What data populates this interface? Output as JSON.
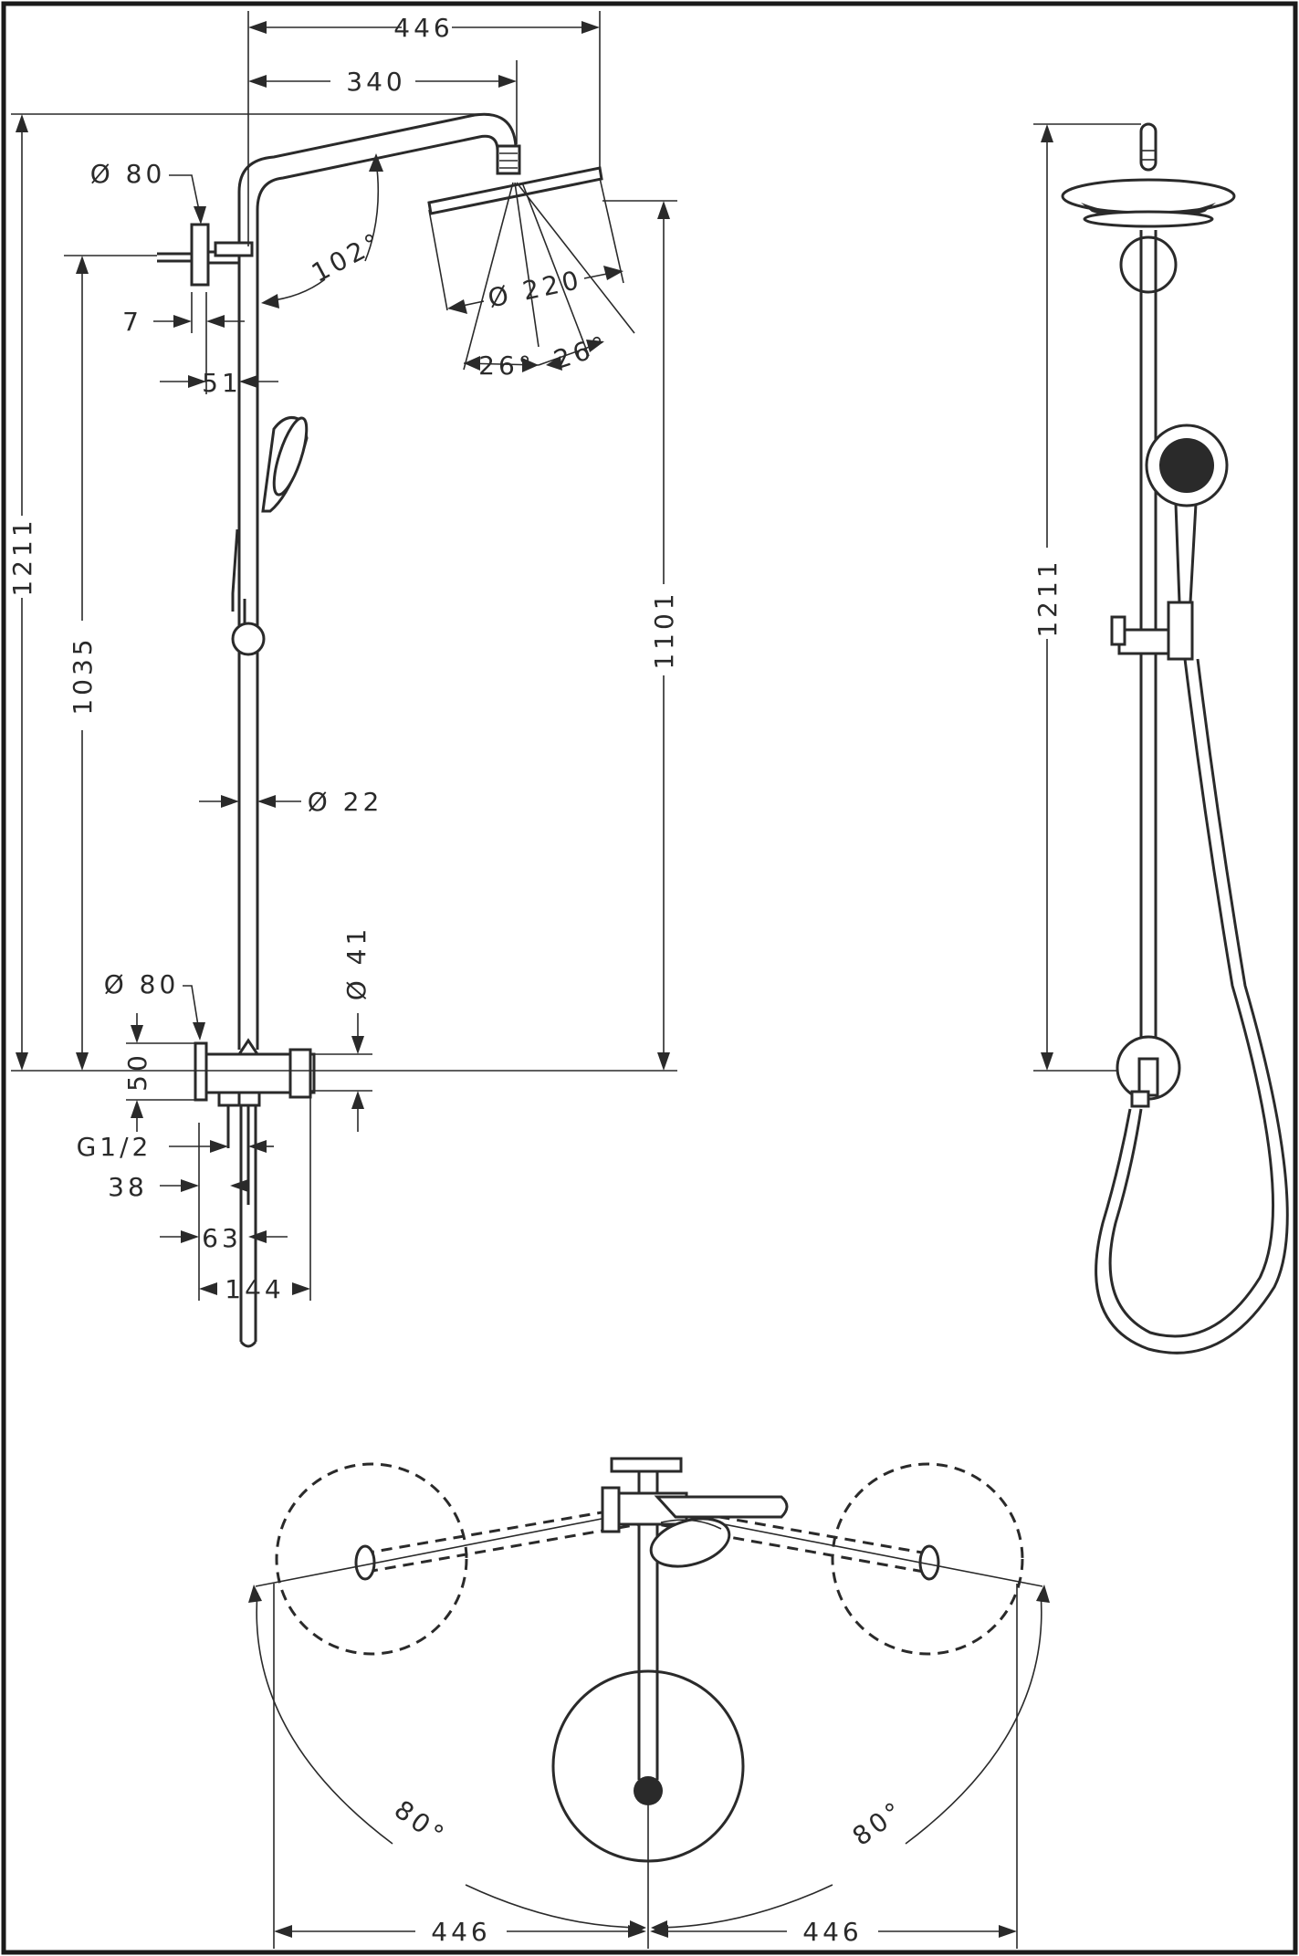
{
  "side_view": {
    "dim_446": "446",
    "dim_340": "340",
    "dim_80_top": "Ø 80",
    "dim_7": "7",
    "dim_51": "51",
    "dim_102": "102°",
    "dim_220": "Ø 220",
    "dim_26_left": "26°",
    "dim_26_right": "26°",
    "dim_1211": "1211",
    "dim_1035": "1035",
    "dim_1101": "1101",
    "dim_22": "Ø 22",
    "dim_41": "Ø 41",
    "dim_80_bottom": "Ø 80",
    "dim_50": "50",
    "dim_g12": "G1/2",
    "dim_38": "38",
    "dim_63": "63",
    "dim_144": "144"
  },
  "front_view": {
    "dim_1211": "1211"
  },
  "top_view": {
    "dim_80_left": "80°",
    "dim_80_right": "80°",
    "dim_446_left": "446",
    "dim_446_right": "446"
  }
}
